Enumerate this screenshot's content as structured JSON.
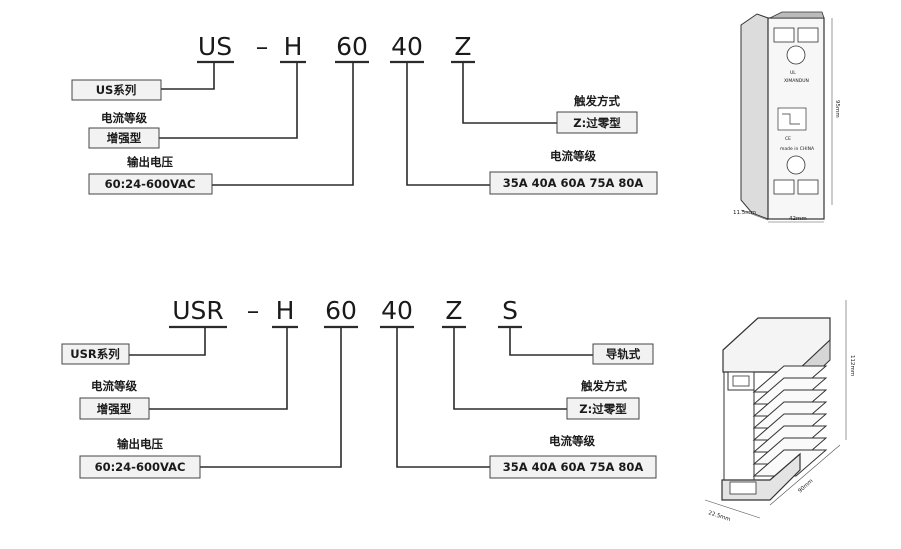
{
  "diagram_top": {
    "code_letters": [
      "US",
      "–",
      "H",
      "60",
      "40",
      "Z"
    ],
    "series_box": "US系列",
    "current_level_label": "电流等级",
    "current_level_box": "增强型",
    "output_voltage_label": "输出电压",
    "output_voltage_box": "60:24-600VAC",
    "trigger_label": "触发方式",
    "trigger_box": "Z:过零型",
    "rated_current_label": "电流等级",
    "rated_current_box": "35A 40A 60A 75A 80A"
  },
  "diagram_bottom": {
    "code_letters": [
      "USR",
      "–",
      "H",
      "60",
      "40",
      "Z",
      "S"
    ],
    "series_box": "USR系列",
    "current_level_label": "电流等级",
    "current_level_box": "增强型",
    "output_voltage_label": "输出电压",
    "output_voltage_box": "60:24-600VAC",
    "mount_box": "导轨式",
    "trigger_label": "触发方式",
    "trigger_box": "Z:过零型",
    "rated_current_label": "电流等级",
    "rated_current_box": "35A 40A 60A 75A 80A"
  },
  "product_top": {
    "brand": "XIMANDUN",
    "mark_ul": "UL",
    "mark_ce": "CE",
    "made_in": "made in CHINA",
    "dim_height": "95mm",
    "dim_width": "42mm",
    "dim_depth": "11.5mm"
  },
  "product_bottom": {
    "dim_height": "112mm",
    "dim_depth": "90mm",
    "dim_width": "22.5mm"
  }
}
